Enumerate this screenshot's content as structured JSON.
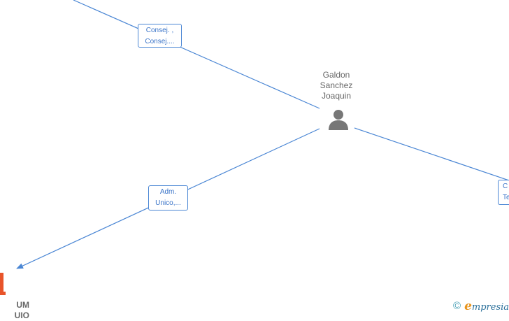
{
  "person": {
    "name_lines": [
      "Galdon",
      "Sanchez",
      "Joaquin"
    ],
    "icon": "person-icon"
  },
  "edges": [
    {
      "label_lines": [
        "Consej. ,",
        "Consej...."
      ]
    },
    {
      "label_lines": [
        "Adm.",
        "Unico,..."
      ]
    },
    {
      "label_lines": [
        "C",
        "Te"
      ]
    }
  ],
  "company": {
    "name_lines": [
      "UM",
      "UIO"
    ],
    "icon": "building-icon"
  },
  "footer": {
    "copyright_symbol": "©",
    "brand_initial": "e",
    "brand_rest": "mpresia"
  },
  "colors": {
    "edge": "#4a86d4",
    "label_text": "#3a74c8",
    "person_icon": "#777777",
    "company_accent": "#e8542a"
  }
}
